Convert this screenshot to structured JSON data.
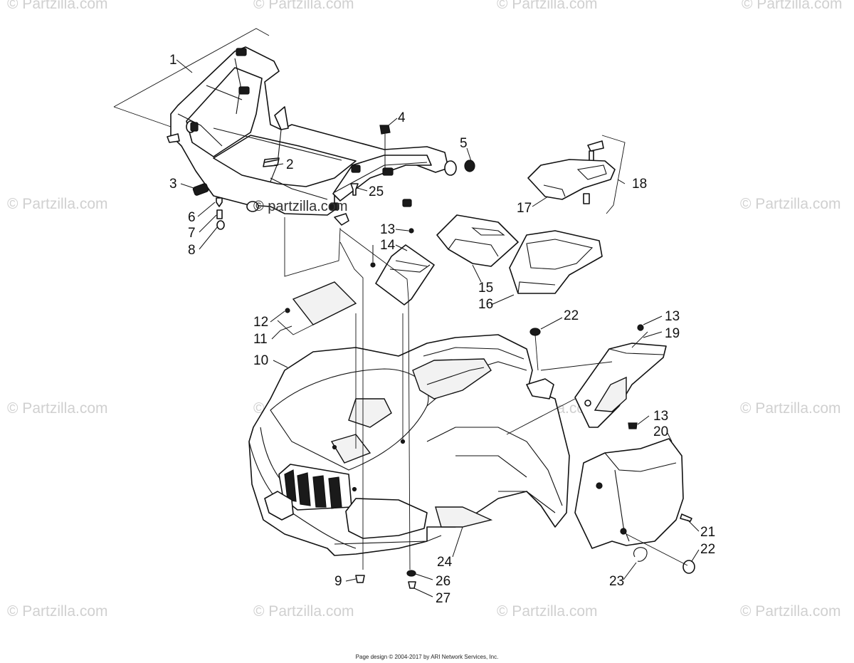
{
  "watermark": {
    "text": "© Partzilla.com",
    "center_text": "© partzilla.com"
  },
  "callouts": [
    "1",
    "2",
    "3",
    "4",
    "5",
    "6",
    "7",
    "8",
    "9",
    "10",
    "11",
    "12",
    "13",
    "14",
    "15",
    "16",
    "17",
    "18",
    "19",
    "20",
    "21",
    "22",
    "23",
    "24",
    "25",
    "26",
    "27"
  ],
  "footer": {
    "text": "Page design © 2004-2017 by ARI Network Services, Inc."
  }
}
